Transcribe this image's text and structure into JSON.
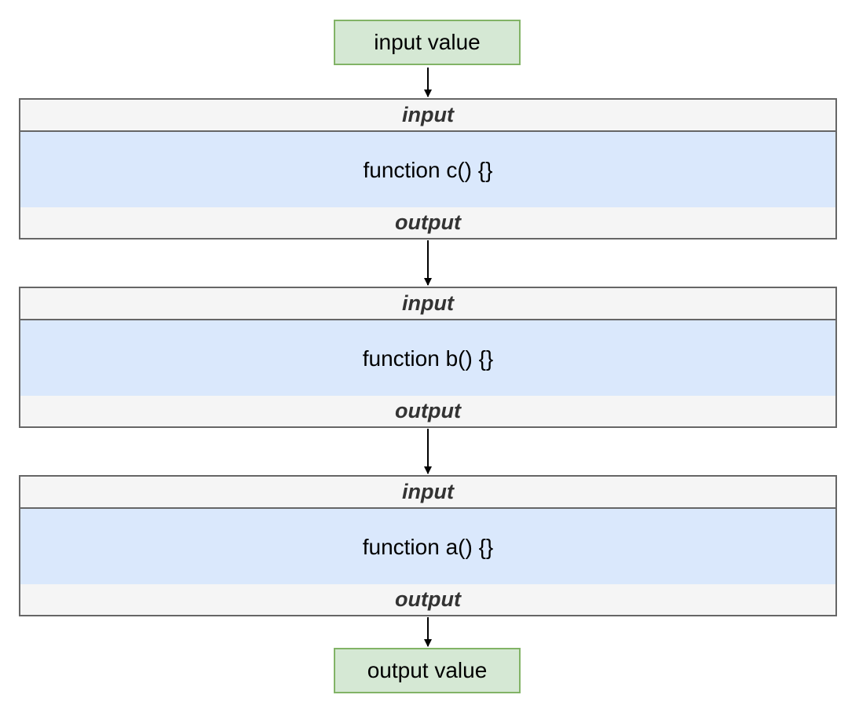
{
  "nodes": {
    "input_value": "input value",
    "output_value": "output value"
  },
  "blocks": [
    {
      "input_label": "input",
      "function_label": "function c() {}",
      "output_label": "output"
    },
    {
      "input_label": "input",
      "function_label": "function b() {}",
      "output_label": "output"
    },
    {
      "input_label": "input",
      "function_label": "function a() {}",
      "output_label": "output"
    }
  ],
  "colors": {
    "io_fill": "#d5e8d4",
    "io_stroke": "#82b366",
    "band_fill": "#f5f5f5",
    "function_fill": "#dae8fc",
    "block_stroke": "#666666"
  }
}
